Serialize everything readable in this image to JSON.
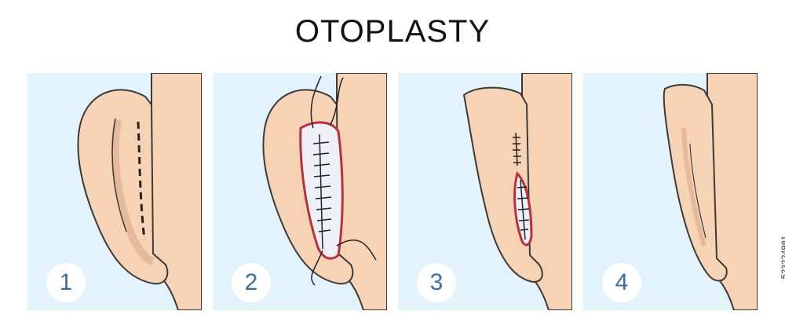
{
  "title": "OTOPLASTY",
  "side_id": "523224981",
  "colors": {
    "background_blue": "#e3f3fb",
    "skin": "#f7d3b6",
    "skin_shade": "#e6b99a",
    "outline": "#3a3a3a",
    "incision_red": "#b8313b",
    "sutured_area": "#eef0f8",
    "number": "#3a6ea5"
  },
  "panels": [
    {
      "step": "1"
    },
    {
      "step": "2"
    },
    {
      "step": "3"
    },
    {
      "step": "4"
    }
  ]
}
